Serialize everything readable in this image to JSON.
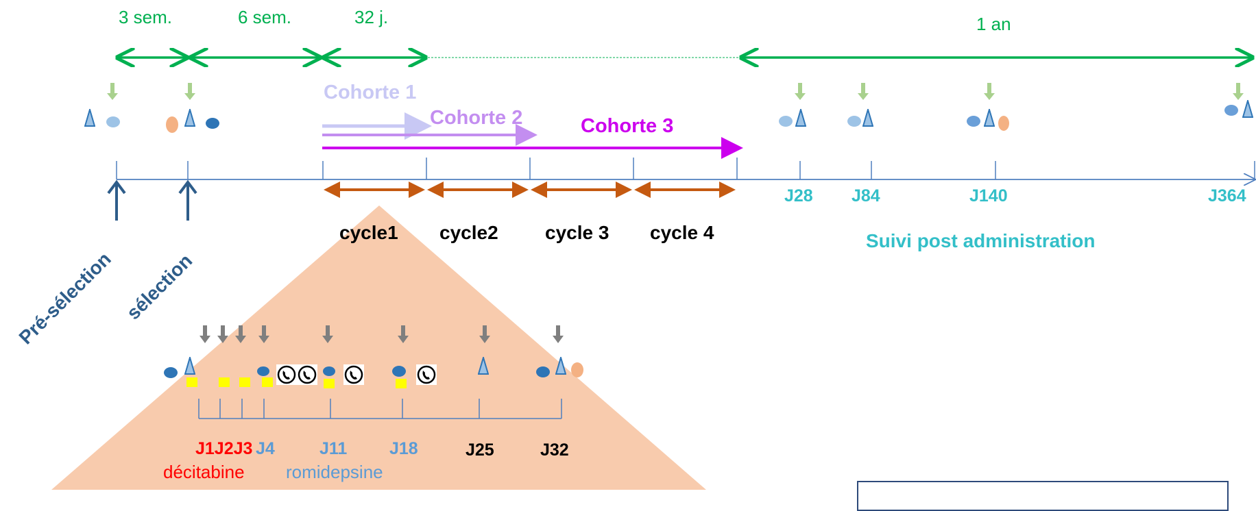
{
  "durations": {
    "d1": "3 sem.",
    "d2": "6 sem.",
    "d3": "32 j.",
    "d4": "1 an"
  },
  "cohorts": {
    "c1": "Cohorte 1",
    "c2": "Cohorte 2",
    "c3": "Cohorte 3"
  },
  "cycles": {
    "c1": "cycle1",
    "c2": "cycle2",
    "c3": "cycle 3",
    "c4": "cycle 4"
  },
  "followup_days": {
    "j28": "J28",
    "j84": "J84",
    "j140": "J140",
    "j364": "J364"
  },
  "followup_label": "Suivi post administration",
  "phases": {
    "preselection": "Pré-sélection",
    "selection": "sélection"
  },
  "cycle_days": {
    "j1j2j3": "J1J2J3",
    "j4": "J4",
    "j11": "J11",
    "j18": "J18",
    "j25": "J25",
    "j32": "J32"
  },
  "drugs": {
    "decitabine": "décitabine",
    "romidepsine": "romidepsine"
  },
  "colors": {
    "green": "#00b050",
    "cohort1": "#c8c8f4",
    "cohort2": "#c38ef0",
    "cohort3": "#cc00ee",
    "cycle_arrow": "#c55a11",
    "day_teal": "#33bfc8",
    "decitabine_red": "#ff0000",
    "romidepsine_blue": "#5b9bd5",
    "axis_blue": "#4f7fbf",
    "triangle_peach": "#f8cbad"
  }
}
